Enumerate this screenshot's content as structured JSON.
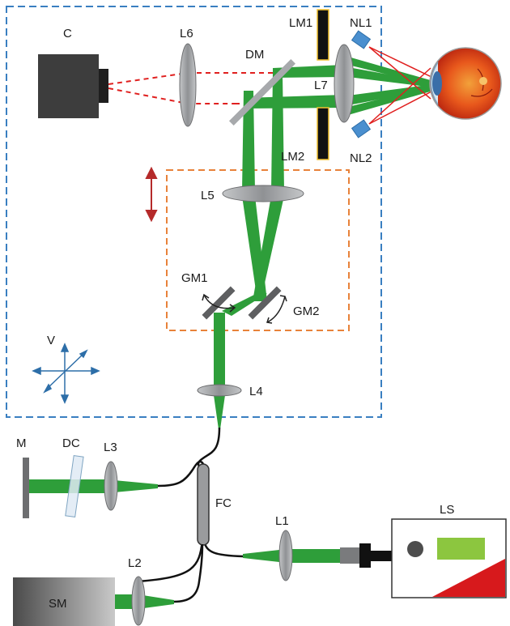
{
  "labels": {
    "camera": "C",
    "lens6": "L6",
    "dichroic_mirror": "DM",
    "lens_mask1": "LM1",
    "nir_led1": "NL1",
    "lens7": "L7",
    "lens_mask2": "LM2",
    "nir_led2": "NL2",
    "lens5": "L5",
    "galvo1": "GM1",
    "galvo2": "GM2",
    "axes": "V",
    "lens4": "L4",
    "mirror": "M",
    "dispersion_compensator": "DC",
    "lens3": "L3",
    "fiber_coupler": "FC",
    "lens1": "L1",
    "light_source": "LS",
    "lens2": "L2",
    "spectrometer": "SM"
  },
  "colors": {
    "beam_green": "#2e9e3a",
    "nir_red": "#e0201f",
    "enclosure_blue": "#3a7fc1",
    "scanner_orange": "#e8823a",
    "lens_gray": "#a7a9ac",
    "led_blue": "#4a8fcf",
    "ls_green": "#8cc63f"
  }
}
